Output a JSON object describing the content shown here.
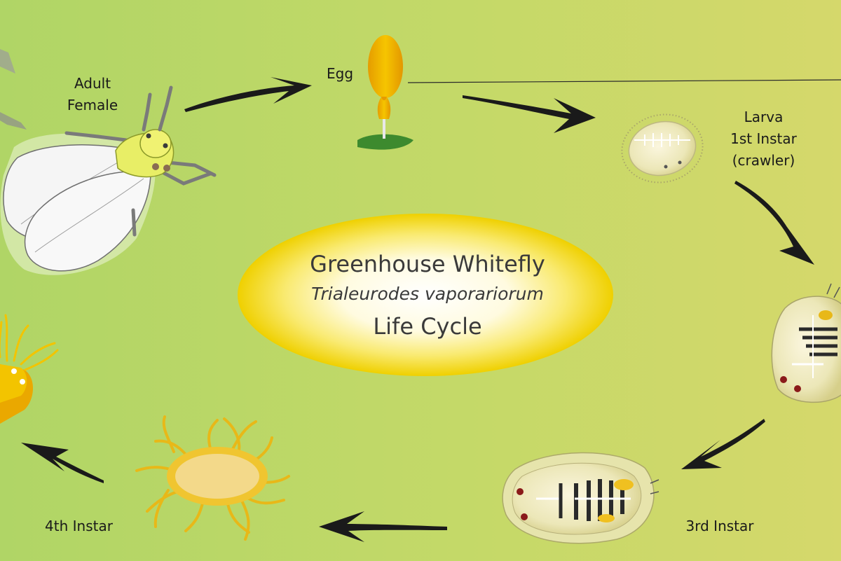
{
  "title": {
    "common_name": "Greenhouse Whitefly",
    "scientific_name": "Trialeurodes vaporariorum",
    "subtitle": "Life Cycle"
  },
  "stages": {
    "adult": {
      "line1": "Adult",
      "line2": "Female"
    },
    "egg": {
      "label": "Egg"
    },
    "larva": {
      "line1": "Larva",
      "line2": "1st Instar",
      "line3": "(crawler)"
    },
    "third": {
      "label": "3rd Instar"
    },
    "fourth": {
      "label": "4th Instar"
    }
  },
  "colors": {
    "background_left": "#b2d66a",
    "background_right": "#d2d86a",
    "center_glow": "#f3d400",
    "arrow": "#1a1a1a",
    "wing": "#f6f6f6",
    "egg": "#f0b000",
    "leaf": "#3d8a2e",
    "pupa": "#f2c000"
  },
  "icons": [
    "adult-whitefly-icon",
    "egg-icon",
    "crawler-larva-icon",
    "second-instar-icon",
    "third-instar-icon",
    "fourth-instar-icon",
    "pupa-icon",
    "arrow-icon"
  ]
}
